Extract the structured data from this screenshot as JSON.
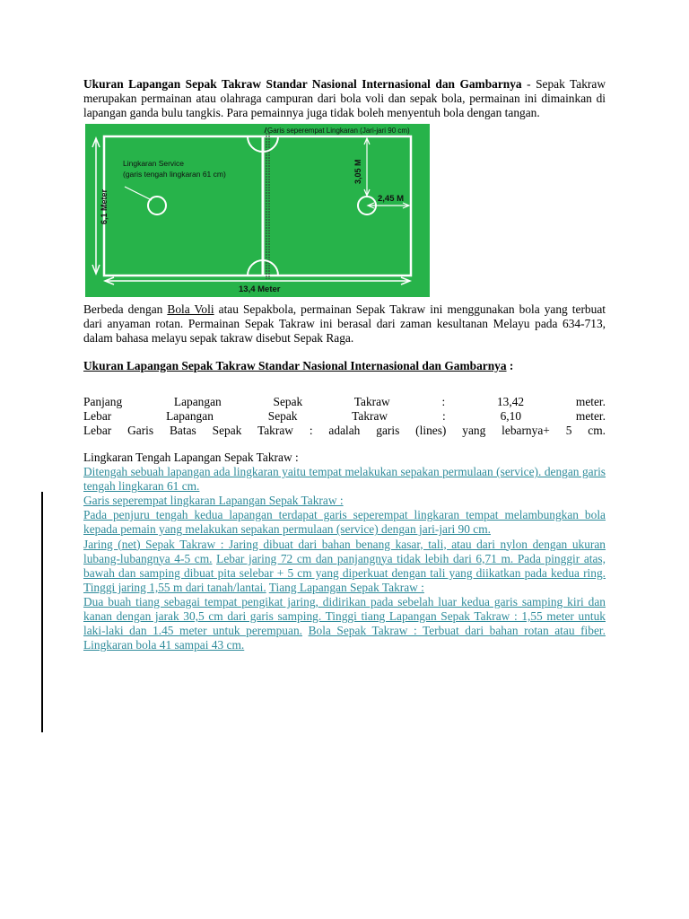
{
  "intro": {
    "title": "Ukuran Lapangan Sepak Takraw Standar Nasional Internasional dan Gambarnya",
    "dash": " - ",
    "text": "Sepak Takraw merupakan permainan atau olahraga campuran dari bola voli dan sepak bola, permainan ini dimainkan di lapangan ganda bulu tangkis. Para pemainnya juga tidak boleh menyentuh bola dengan tangan."
  },
  "figure": {
    "colors": {
      "field": "#27b34a",
      "lines": "#ffffff",
      "text": "#111111"
    },
    "label_quarter_circle": "Garis seperempat Lingkaran (Jari-jari 90 cm)",
    "label_service_1": "Lingkaran Service",
    "label_service_2": "(garis tengah lingkaran 61 cm)",
    "label_width": "6,1 Meter",
    "label_length": "13,4 Meter",
    "label_305": "3,05 M",
    "label_245": "2,45 M"
  },
  "para2": {
    "before": "Berbeda dengan ",
    "link": "Bola Voli",
    "after": " atau Sepakbola, permainan Sepak Takraw ini menggunakan bola yang terbuat dari anyaman rotan. Permainan Sepak Takraw ini berasal dari zaman kesultanan Melayu pada 634-713, dalam bahasa melayu sepak takraw disebut Sepak Raga."
  },
  "heading2": {
    "text": "Ukuran Lapangan Sepak Takraw Standar Nasional Internasional dan Gambarnya",
    "colon": " :"
  },
  "measurements": {
    "line1": "Panjang Lapangan Sepak Takraw : 13,42 meter.",
    "line2": "Lebar Lapangan Sepak Takraw : 6,10 meter.",
    "line3": "Lebar Garis Batas Sepak Takraw : adalah garis (lines) yang lebarnya+ 5 cm."
  },
  "section": {
    "heading": "Lingkaran Tengah Lapangan Sepak Takraw :",
    "p1": "Ditengah sebuah lapangan ada lingkaran yaitu tempat melakukan sepakan permulaan (service). dengan garis tengah lingkaran 61 cm.",
    "p2": "Garis seperempat lingkaran Lapangan Sepak Takraw :",
    "p3": "Pada penjuru tengah kedua lapangan terdapat garis seperempat lingkaran tempat melambungkan bola kepada pemain yang melakukan sepakan permulaan (service) dengan jari-jari 90 cm.",
    "p4a": "Jaring (net) Sepak Takraw : ",
    "p4b": "Jaring dibuat dari bahan benang kasar, tali, atau dari nylon dengan ukuran lubang-lubangnya 4-5 cm.",
    "p4c": " ",
    "p4d": "Lebar jaring 72 cm dan panjangnya tidak lebih dari 6,71 m. Pada pinggir atas, bawah dan samping dibuat pita selebar + 5 cm yang diperkuat dengan tali yang diikatkan pada kedua ring. Tinggi jaring 1,55 m dari tanah/lantai.",
    "p4e": " ",
    "p4f": "Tiang Lapangan Sepak Takraw :",
    "p5a": "Dua buah tiang sebagai tempat pengikat jaring, didirikan pada sebelah luar kedua garis samping kiri dan kanan dengan jarak 30,5 cm dari garis samping. Tinggi tiang Lapangan Sepak Takraw : 1,55 meter untuk laki-laki dan 1.45 meter untuk perempuan.",
    "p5b": " ",
    "p5c": "Bola Sepak Takraw : ",
    "p5d": "Terbuat dari bahan rotan atau fiber. Lingkaran bola 41 sampai 43 cm."
  }
}
